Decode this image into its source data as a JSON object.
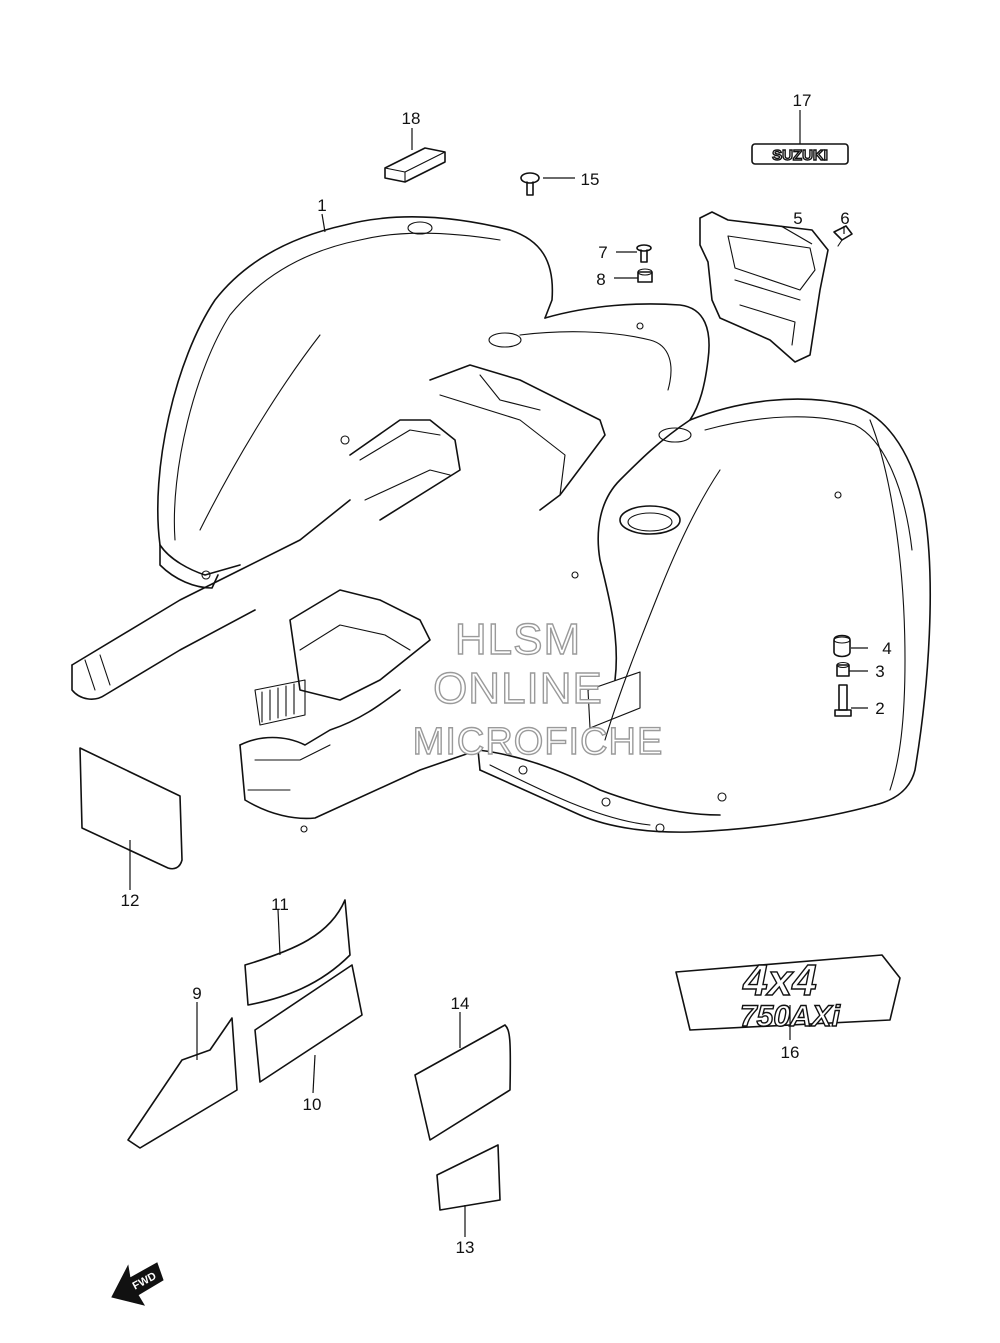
{
  "watermark": {
    "line1": "HLSM",
    "line2": "ONLINE",
    "line3": "MICROFICHE"
  },
  "fwd_arrow": {
    "label": "FWD"
  },
  "emblems": {
    "suzuki_label": "SUZUKI",
    "badge_top": "4x4",
    "badge_bottom": "750AXi"
  },
  "callouts": [
    {
      "id": "1",
      "label": "1"
    },
    {
      "id": "2",
      "label": "2"
    },
    {
      "id": "3",
      "label": "3"
    },
    {
      "id": "4",
      "label": "4"
    },
    {
      "id": "5",
      "label": "5"
    },
    {
      "id": "6",
      "label": "6"
    },
    {
      "id": "7",
      "label": "7"
    },
    {
      "id": "8",
      "label": "8"
    },
    {
      "id": "9",
      "label": "9"
    },
    {
      "id": "10",
      "label": "10"
    },
    {
      "id": "11",
      "label": "11"
    },
    {
      "id": "12",
      "label": "12"
    },
    {
      "id": "13",
      "label": "13"
    },
    {
      "id": "14",
      "label": "14"
    },
    {
      "id": "15",
      "label": "15"
    },
    {
      "id": "16",
      "label": "16"
    },
    {
      "id": "17",
      "label": "17"
    },
    {
      "id": "18",
      "label": "18"
    }
  ]
}
